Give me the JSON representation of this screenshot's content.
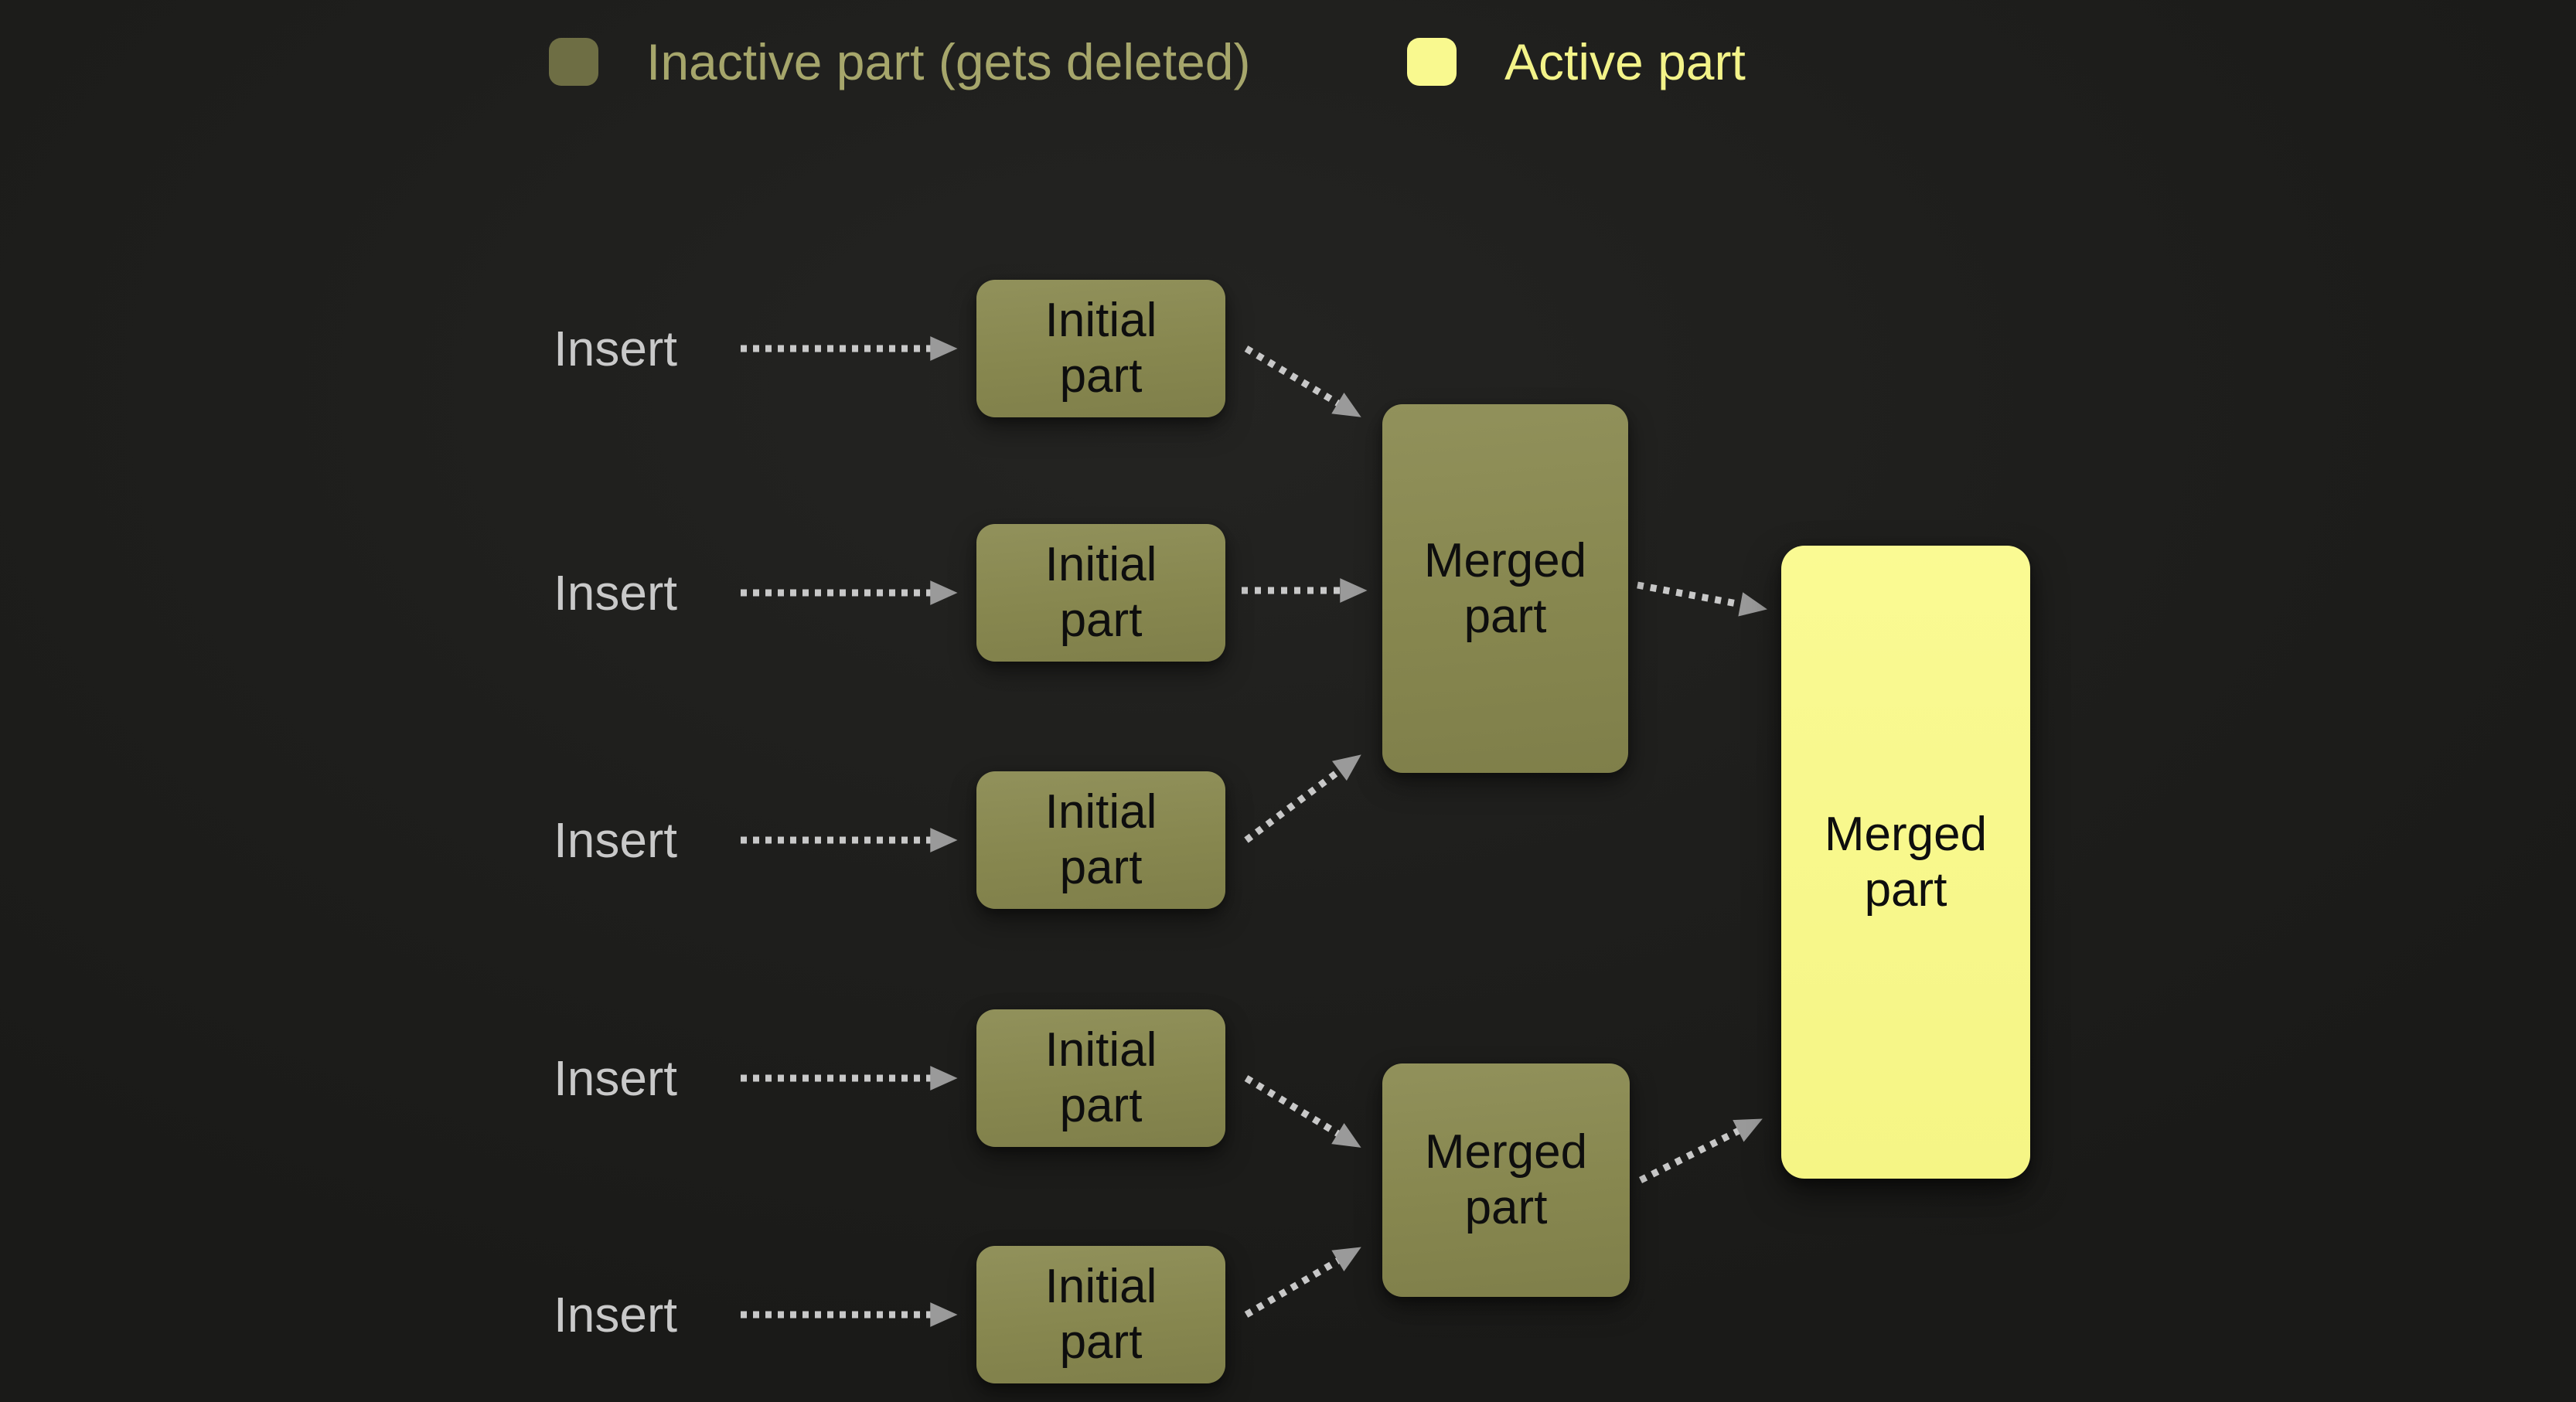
{
  "legend": {
    "items": [
      {
        "label": "Inactive part (gets deleted)",
        "state": "inactive",
        "swatch_color": "#6e6e44",
        "text_color": "#a6a66b"
      },
      {
        "label": "Active part",
        "state": "active",
        "swatch_color": "#f9f98f",
        "text_color": "#f3f389"
      }
    ]
  },
  "diagram": {
    "insert_rows": [
      {
        "label": "Insert",
        "node": {
          "line1": "Initial",
          "line2": "part",
          "state": "inactive"
        }
      },
      {
        "label": "Insert",
        "node": {
          "line1": "Initial",
          "line2": "part",
          "state": "inactive"
        }
      },
      {
        "label": "Insert",
        "node": {
          "line1": "Initial",
          "line2": "part",
          "state": "inactive"
        }
      },
      {
        "label": "Insert",
        "node": {
          "line1": "Initial",
          "line2": "part",
          "state": "inactive"
        }
      },
      {
        "label": "Insert",
        "node": {
          "line1": "Initial",
          "line2": "part",
          "state": "inactive"
        }
      }
    ],
    "merge_nodes": [
      {
        "line1": "Merged",
        "line2": "part",
        "state": "inactive",
        "role": "merge-of-rows-1-2-3"
      },
      {
        "line1": "Merged",
        "line2": "part",
        "state": "inactive",
        "role": "merge-of-rows-4-5"
      },
      {
        "line1": "Merged",
        "line2": "part",
        "state": "active",
        "role": "final-merge"
      }
    ],
    "colors": {
      "background": "#1e1e1c",
      "inactive_fill": "#8a8a53",
      "active_fill": "#f9f98f",
      "node_text": "#0e0e0e",
      "insert_text": "#c9c9c9",
      "arrow_dots": "#c8c8c8",
      "arrow_head": "#9a9a9a"
    }
  }
}
